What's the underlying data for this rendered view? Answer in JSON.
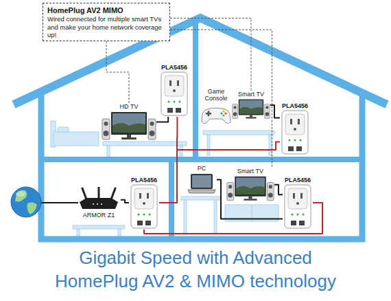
{
  "diagram": {
    "caption": "Gigabit Speed with Advanced HomePlug AV2 & MIMO technology",
    "nodes": [
      {
        "text": [
          "HomePlug AV2 MIMO",
          "Wired connected for multiple smart TVs and make your home network coverage up!"
        ]
      },
      {
        "text": [
          "PLA5456"
        ]
      },
      {
        "text": [
          "HD TV"
        ]
      },
      {
        "text": [
          "Game Console"
        ]
      },
      {
        "text": [
          "Smart TV"
        ]
      },
      {
        "text": [
          "PLA5456"
        ]
      },
      {
        "text": [
          "ARMOR Z1"
        ]
      },
      {
        "text": [
          "PLA5456"
        ]
      },
      {
        "text": [
          "PC"
        ]
      },
      {
        "text": [
          "Smart TV"
        ]
      },
      {
        "text": [
          "PLA5456"
        ]
      }
    ],
    "edges": [
      {
        "from": 0,
        "to": 2,
        "arrow": "none"
      },
      {
        "from": 0,
        "to": 4,
        "arrow": "none"
      },
      {
        "from": 0,
        "to": 9,
        "arrow": "none"
      },
      {
        "from": 6,
        "to": 7,
        "arrow": "none"
      },
      {
        "from": 7,
        "to": 1,
        "arrow": "none"
      },
      {
        "from": 7,
        "to": 5,
        "arrow": "none"
      },
      {
        "from": 7,
        "to": 10,
        "arrow": "none"
      },
      {
        "from": 1,
        "to": 2,
        "arrow": "none"
      },
      {
        "from": 5,
        "to": 4,
        "arrow": "none"
      },
      {
        "from": 10,
        "to": 9,
        "arrow": "none"
      },
      {
        "from": 10,
        "to": 8,
        "arrow": "none"
      }
    ]
  }
}
